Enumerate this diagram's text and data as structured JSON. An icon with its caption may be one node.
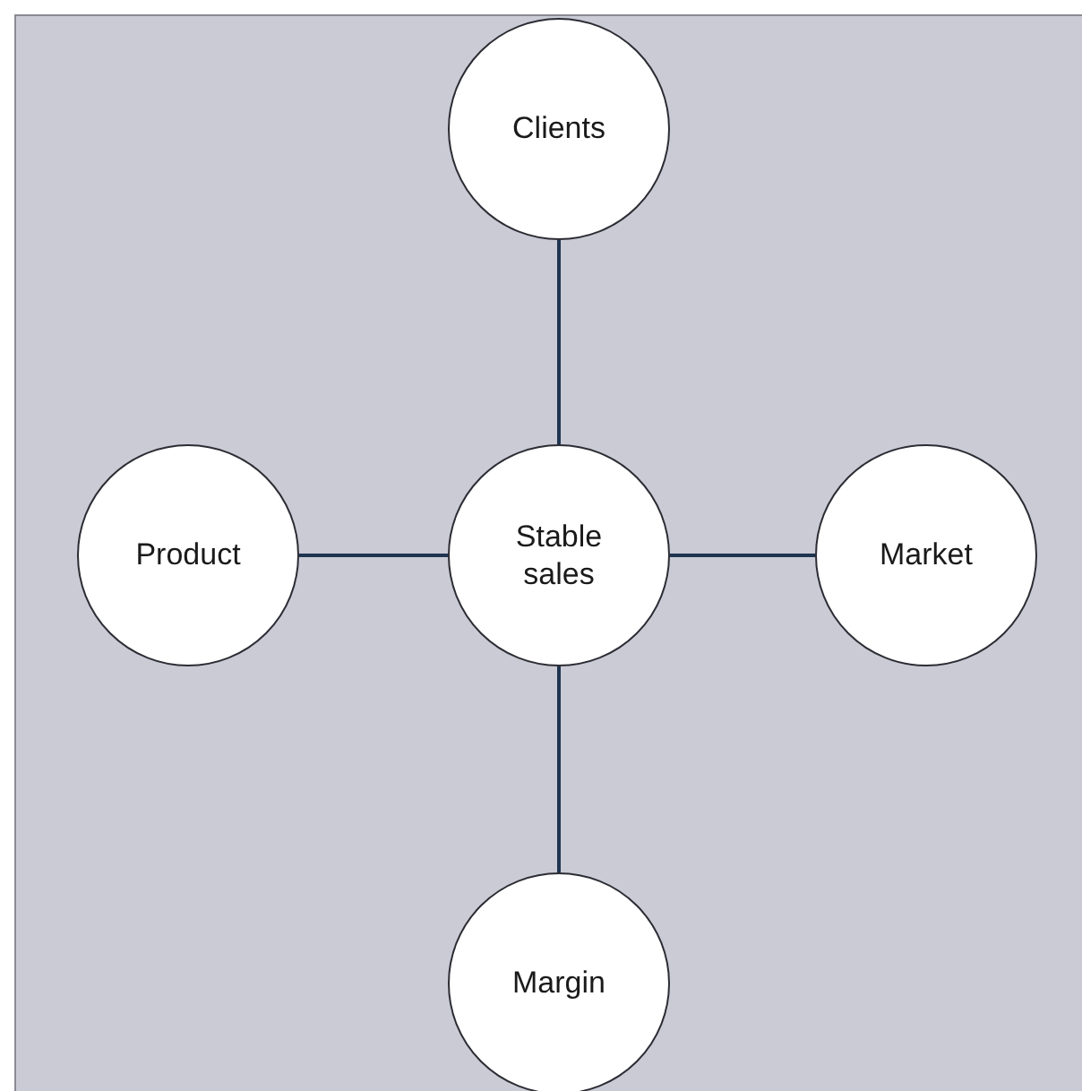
{
  "diagram": {
    "nodes": [
      {
        "text": [
          "Clients"
        ]
      },
      {
        "text": [
          "Product"
        ]
      },
      {
        "text": [
          "Stable sales"
        ]
      },
      {
        "text": [
          "Market"
        ]
      },
      {
        "text": [
          "Margin"
        ]
      }
    ],
    "edges": [
      {
        "from": 2,
        "to": 0,
        "arrow": "none"
      },
      {
        "from": 2,
        "to": 1,
        "arrow": "none"
      },
      {
        "from": 2,
        "to": 3,
        "arrow": "none"
      },
      {
        "from": 2,
        "to": 4,
        "arrow": "none"
      }
    ]
  }
}
